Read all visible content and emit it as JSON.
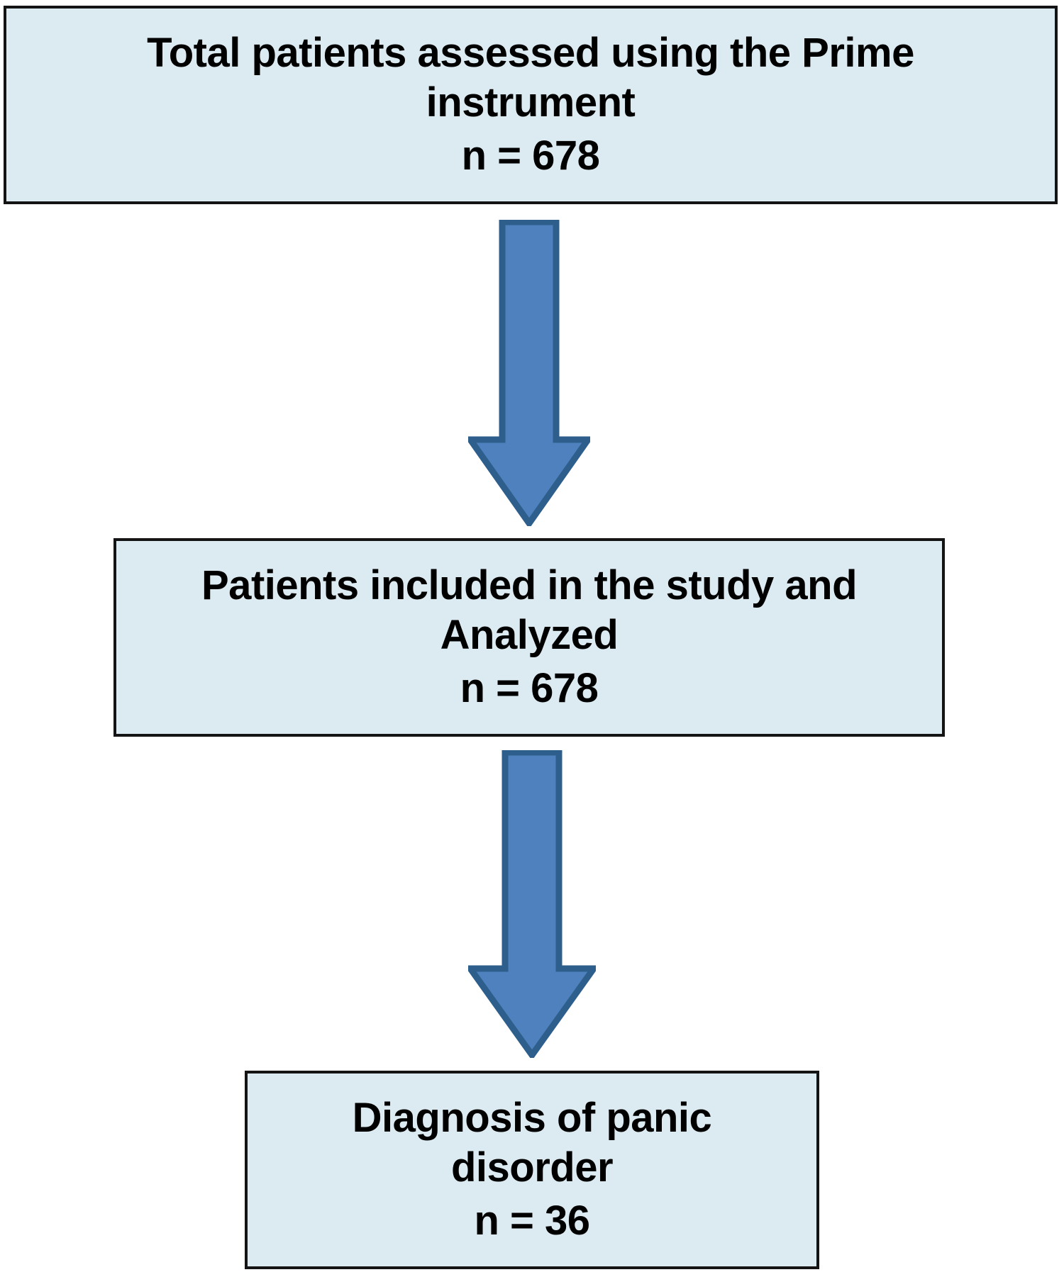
{
  "diagram": {
    "type": "flowchart",
    "orientation": "vertical",
    "colors": {
      "box_fill": "#dceaf1",
      "box_border": "#141414",
      "arrow_fill": "#4e81bd",
      "arrow_border": "#2e5f8c",
      "text": "#000000",
      "background": "#ffffff"
    },
    "nodes": [
      {
        "id": "total-assessed",
        "text": "Total patients assessed using the Prime instrument",
        "count_label": "n = 678",
        "count_value": 678
      },
      {
        "id": "included-analyzed",
        "text": "Patients included in the study and Analyzed",
        "count_label": "n = 678",
        "count_value": 678
      },
      {
        "id": "diagnosis-panic",
        "text": "Diagnosis of panic disorder",
        "count_label": "n = 36",
        "count_value": 36
      }
    ],
    "connectors": [
      {
        "id": "arrow-1",
        "from": "total-assessed",
        "to": "included-analyzed",
        "icon": "down-arrow-icon"
      },
      {
        "id": "arrow-2",
        "from": "included-analyzed",
        "to": "diagnosis-panic",
        "icon": "down-arrow-icon"
      }
    ]
  }
}
